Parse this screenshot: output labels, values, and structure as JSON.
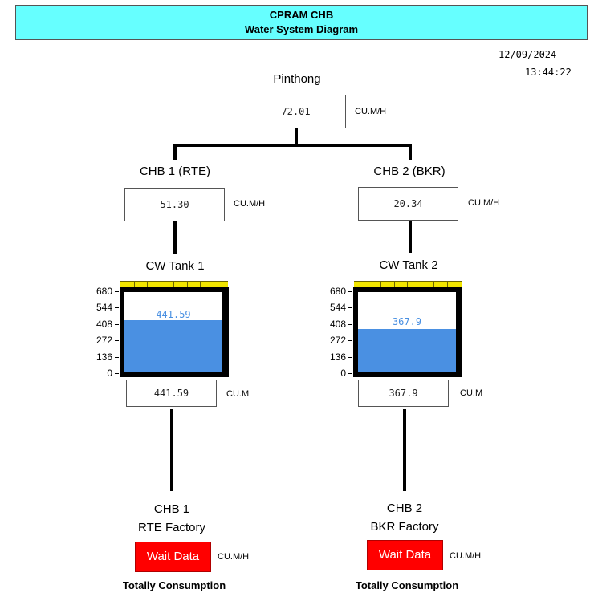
{
  "header": {
    "title": "CPRAM CHB",
    "subtitle": "Water System Diagram"
  },
  "datetime": {
    "date": "12/09/2024",
    "time": "13:44:22"
  },
  "source": {
    "label": "Pinthong",
    "value": "72.01",
    "unit": "CU.M/H"
  },
  "branches": [
    {
      "label": "CHB 1 (RTE)",
      "flow_value": "51.30",
      "flow_unit": "CU.M/H",
      "tank": {
        "label": "CW Tank 1",
        "value": "441.59",
        "level": 441.59,
        "max": 680,
        "axis": [
          "680",
          "544",
          "408",
          "272",
          "136",
          "0"
        ],
        "readout": "441.59",
        "readout_unit": "CU.M"
      },
      "factory": {
        "line1": "CHB 1",
        "line2": "RTE Factory",
        "button": "Wait Data",
        "unit": "CU.M/H",
        "footer": "Totally Consumption"
      }
    },
    {
      "label": "CHB 2 (BKR)",
      "flow_value": "20.34",
      "flow_unit": "CU.M/H",
      "tank": {
        "label": "CW Tank 2",
        "value": "367.9",
        "level": 367.9,
        "max": 680,
        "axis": [
          "680",
          "544",
          "408",
          "272",
          "136",
          "0"
        ],
        "readout": "367.9",
        "readout_unit": "CU.M"
      },
      "factory": {
        "line1": "CHB 2",
        "line2": "BKR Factory",
        "button": "Wait Data",
        "unit": "CU.M/H",
        "footer": "Totally Consumption"
      }
    }
  ],
  "colors": {
    "header_bg": "#66ffff",
    "water": "#4a90e2",
    "tank_cap": "#f2e600",
    "alert": "#ff0000"
  }
}
